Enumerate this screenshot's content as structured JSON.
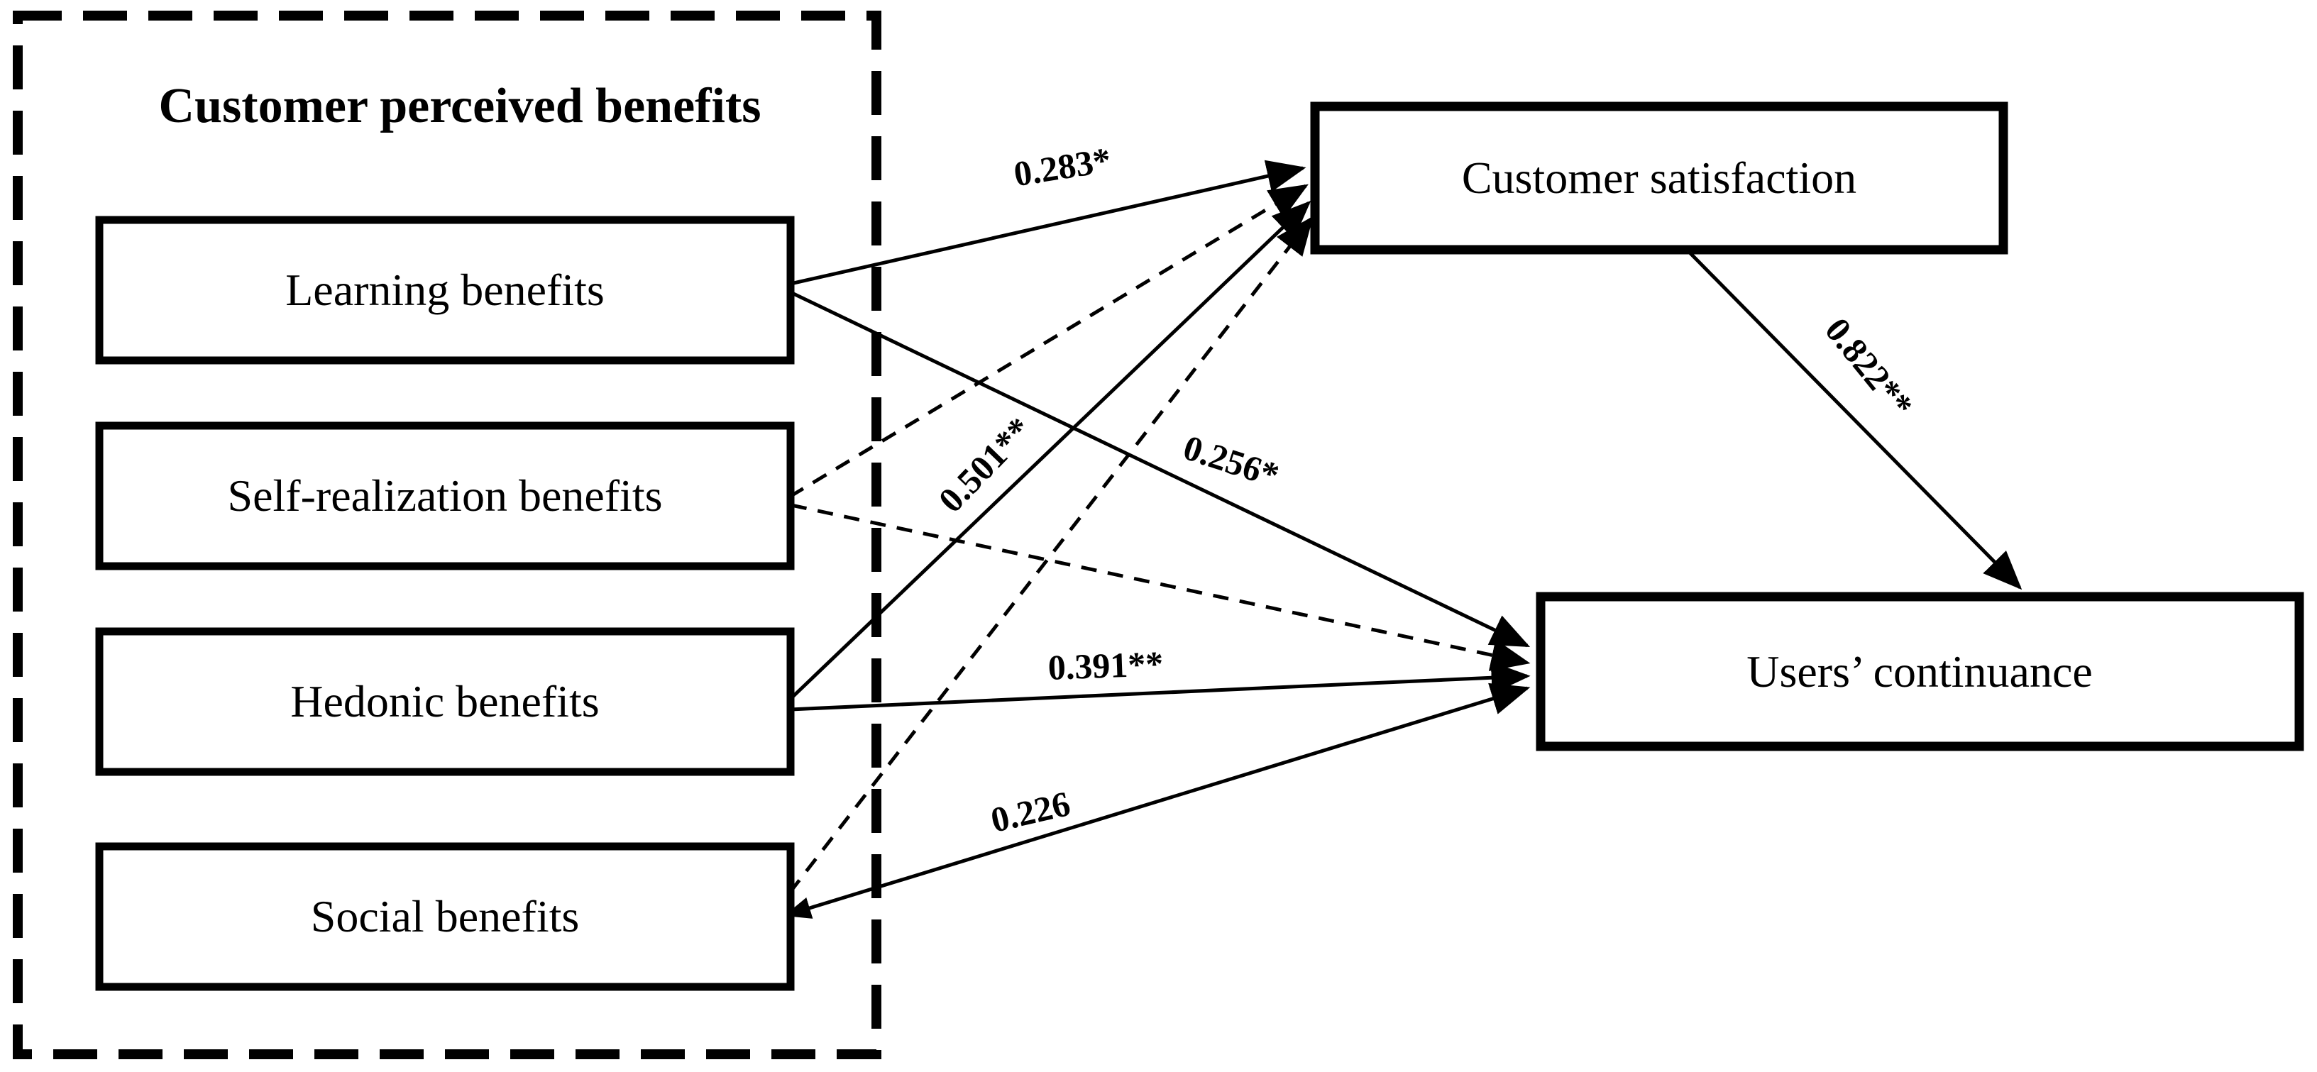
{
  "diagram": {
    "group_title": "Customer perceived benefits",
    "predictors": [
      {
        "label": "Learning benefits"
      },
      {
        "label": "Self-realization benefits"
      },
      {
        "label": "Hedonic benefits"
      },
      {
        "label": "Social benefits"
      }
    ],
    "outcomes": [
      {
        "label": "Customer satisfaction"
      },
      {
        "label": "Users’ continuance"
      }
    ],
    "paths": [
      {
        "from": "Learning benefits",
        "to": "Customer satisfaction",
        "coefficient": "0.283*",
        "style": "solid"
      },
      {
        "from": "Learning benefits",
        "to": "Users’ continuance",
        "coefficient": "0.256*",
        "style": "solid"
      },
      {
        "from": "Self-realization benefits",
        "to": "Customer satisfaction",
        "coefficient": "",
        "style": "dashed"
      },
      {
        "from": "Self-realization benefits",
        "to": "Users’ continuance",
        "coefficient": "",
        "style": "dashed"
      },
      {
        "from": "Hedonic benefits",
        "to": "Customer satisfaction",
        "coefficient": "0.501**",
        "style": "solid"
      },
      {
        "from": "Hedonic benefits",
        "to": "Users’ continuance",
        "coefficient": "0.391**",
        "style": "solid"
      },
      {
        "from": "Social benefits",
        "to": "Customer satisfaction",
        "coefficient": "",
        "style": "dashed"
      },
      {
        "from": "Social benefits",
        "to": "Users’ continuance",
        "coefficient": "0.226",
        "style": "solid"
      },
      {
        "from": "Customer satisfaction",
        "to": "Users’ continuance",
        "coefficient": "0.822**",
        "style": "solid"
      }
    ],
    "colors": {
      "line": "#000000",
      "box_border": "#000000",
      "background": "#ffffff",
      "text": "#000000"
    }
  }
}
